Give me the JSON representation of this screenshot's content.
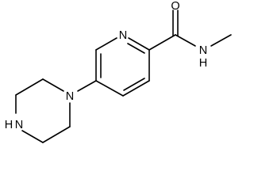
{
  "molecule": {
    "atoms": {
      "ring_nitrogen": "N",
      "carbonyl_oxygen": "O",
      "amide_nitrogen": "N",
      "amide_hydrogen": "H",
      "piperazine_nitrogen_aryl": "N",
      "piperazine_nitrogen_nh": "N",
      "piperazine_hydrogen": "H"
    },
    "colors": {
      "bond": "#000000",
      "label": "#000000",
      "background": "#ffffff"
    }
  }
}
